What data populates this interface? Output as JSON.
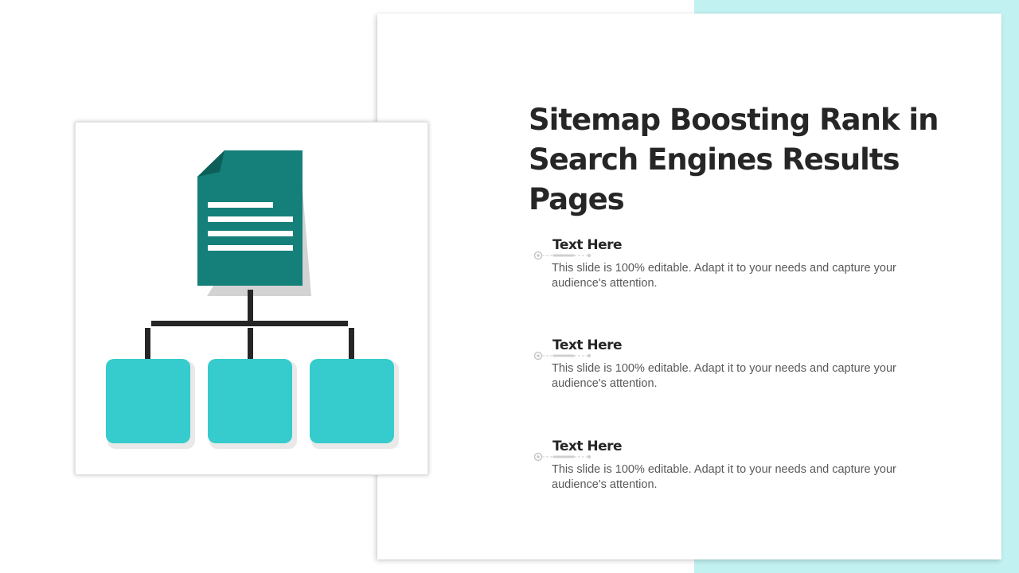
{
  "slide": {
    "title": "Sitemap Boosting Rank in Search Engines Results Pages",
    "items": [
      {
        "heading": "Text Here",
        "text": "This slide is 100% editable. Adapt it to your needs and capture your audience's attention."
      },
      {
        "heading": "Text Here",
        "text": "This slide is 100% editable. Adapt it to your needs and capture your audience's attention."
      },
      {
        "heading": "Text Here",
        "text": "This slide is 100% editable. Adapt it to your needs and capture your audience's attention."
      }
    ]
  },
  "colors": {
    "accent_light": "#c2f1f1",
    "document": "#157f79",
    "document_fold": "#0d5f5a",
    "page_box": "#36cbcd",
    "connector": "#262626",
    "shadow": "#d3d3d3"
  },
  "icons": {
    "illustration": "sitemap-document-icon",
    "bullet": "connector-dot-icon"
  }
}
